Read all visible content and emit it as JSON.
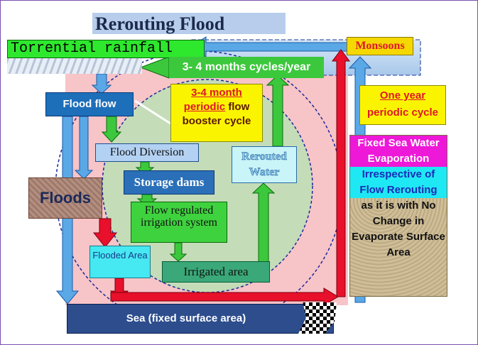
{
  "title": "Rerouting Flood",
  "labels": {
    "torrential_rainfall": "Torrential rainfall",
    "monsoons": "Monsoons",
    "cycles_per_year": "3- 4 months cycles/year",
    "flood_flow": "Flood flow",
    "booster_line1": "3-4 month",
    "booster_line2a": "periodic",
    "booster_line2b": " flow",
    "booster_line3": "booster cycle",
    "one_year_line1": "One year",
    "one_year_line2": "periodic cycle",
    "flood_diversion": "Flood Diversion",
    "rerouted_water": "Rerouted Water",
    "storage_dams": "Storage dams",
    "floods": "Floods",
    "flow_regulated": "Flow regulated irrigation system",
    "flooded_area": "Flooded Area",
    "irrigated_area": "Irrigated area",
    "evap_1": "Fixed Sea Water Evaporation",
    "evap_2": "Irrespective of Flow Rerouting",
    "evap_3": "as it is with No Change in Evaporate Surface Area",
    "sea": "Sea (fixed surface area)"
  },
  "colors": {
    "green": "#3cc83c",
    "blue": "#1e6fba",
    "red": "#e0162a",
    "yellow": "#fbf400",
    "pink_zone": "#f7c4c8",
    "circle_zone": "#c9dcc0",
    "light_blue_arrow": "#5aa8e6"
  }
}
